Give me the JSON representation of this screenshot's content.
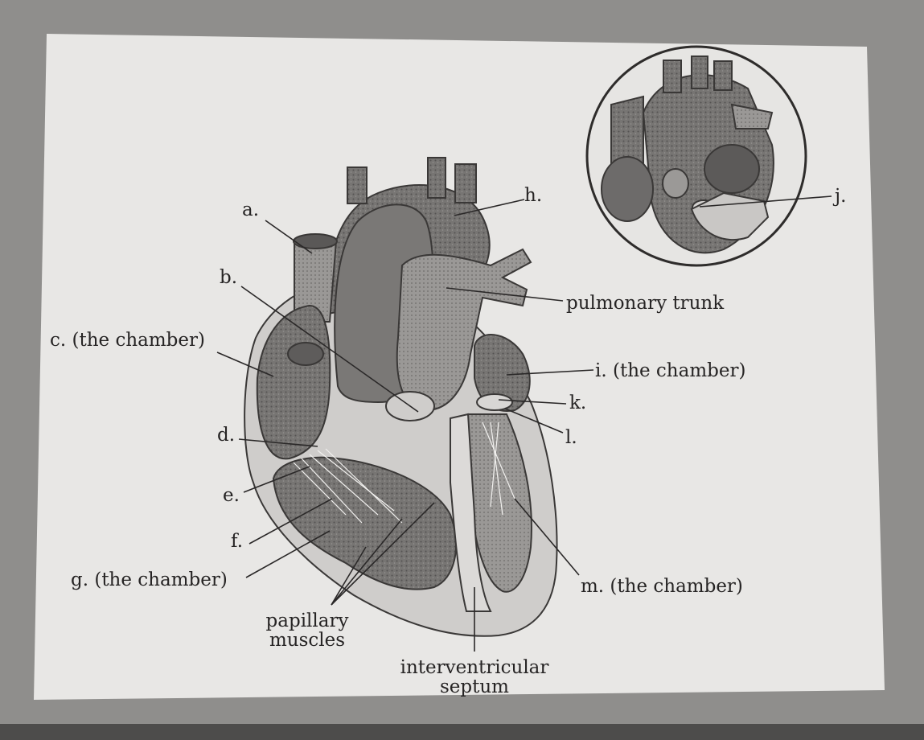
{
  "diagram": {
    "labels": {
      "a": "a.",
      "b": "b.",
      "c": "c. (the chamber)",
      "d": "d.",
      "e": "e.",
      "f": "f.",
      "g": "g. (the chamber)",
      "h": "h.",
      "i": "i. (the chamber)",
      "j": "j.",
      "k": "k.",
      "l": "l.",
      "m": "m. (the chamber)",
      "pulmonary_trunk": "pulmonary trunk",
      "papillary_1": "papillary",
      "papillary_2": "muscles",
      "septum_1": "interventricular",
      "septum_2": "septum"
    },
    "colors": {
      "background": "#8f8e8c",
      "paper": "#e8e7e5",
      "ink": "#262424",
      "tissue_dark": "#6a6867",
      "tissue_mid": "#8a8886",
      "tissue_light": "#a6a4a2"
    }
  }
}
